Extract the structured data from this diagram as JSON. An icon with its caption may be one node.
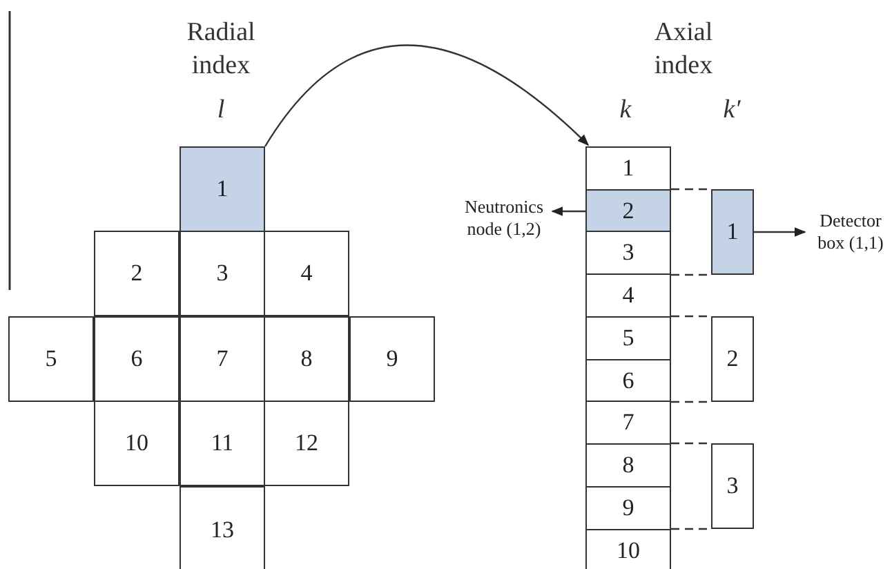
{
  "diagram": {
    "nodes": [
      {
        "text": [
          "1"
        ]
      },
      {
        "text": [
          "2"
        ]
      },
      {
        "text": [
          "3"
        ]
      },
      {
        "text": [
          "4"
        ]
      },
      {
        "text": [
          "5"
        ]
      },
      {
        "text": [
          "6"
        ]
      },
      {
        "text": [
          "7"
        ]
      },
      {
        "text": [
          "8"
        ]
      },
      {
        "text": [
          "9"
        ]
      },
      {
        "text": [
          "10"
        ]
      },
      {
        "text": [
          "11"
        ]
      },
      {
        "text": [
          "12"
        ]
      },
      {
        "text": [
          "13"
        ]
      },
      {
        "text": [
          "1"
        ]
      },
      {
        "text": [
          "2"
        ]
      },
      {
        "text": [
          "3"
        ]
      },
      {
        "text": [
          "4"
        ]
      },
      {
        "text": [
          "5"
        ]
      },
      {
        "text": [
          "6"
        ]
      },
      {
        "text": [
          "7"
        ]
      },
      {
        "text": [
          "8"
        ]
      },
      {
        "text": [
          "9"
        ]
      },
      {
        "text": [
          "10"
        ]
      },
      {
        "text": [
          "1"
        ]
      },
      {
        "text": [
          "2"
        ]
      },
      {
        "text": [
          "3"
        ]
      },
      {
        "text": [
          "Neutronics node (1,2)"
        ]
      },
      {
        "text": [
          "Detector box (1,1)"
        ]
      }
    ],
    "edges": [
      {
        "from": 0,
        "to": 13,
        "arrow": "to"
      },
      {
        "from": 14,
        "to": 26,
        "arrow": "to"
      },
      {
        "from": 23,
        "to": 27,
        "arrow": "to"
      },
      {
        "from": 14,
        "to": 23,
        "arrow": "none",
        "style": "dashed"
      },
      {
        "from": 15,
        "to": 23,
        "arrow": "none",
        "style": "dashed"
      },
      {
        "from": 17,
        "to": 24,
        "arrow": "none",
        "style": "dashed"
      },
      {
        "from": 18,
        "to": 24,
        "arrow": "none",
        "style": "dashed"
      },
      {
        "from": 20,
        "to": 25,
        "arrow": "none",
        "style": "dashed"
      },
      {
        "from": 21,
        "to": 25,
        "arrow": "none",
        "style": "dashed"
      }
    ],
    "labels": [
      "Radial index",
      "l",
      "Axial index",
      "k",
      "k′"
    ]
  }
}
